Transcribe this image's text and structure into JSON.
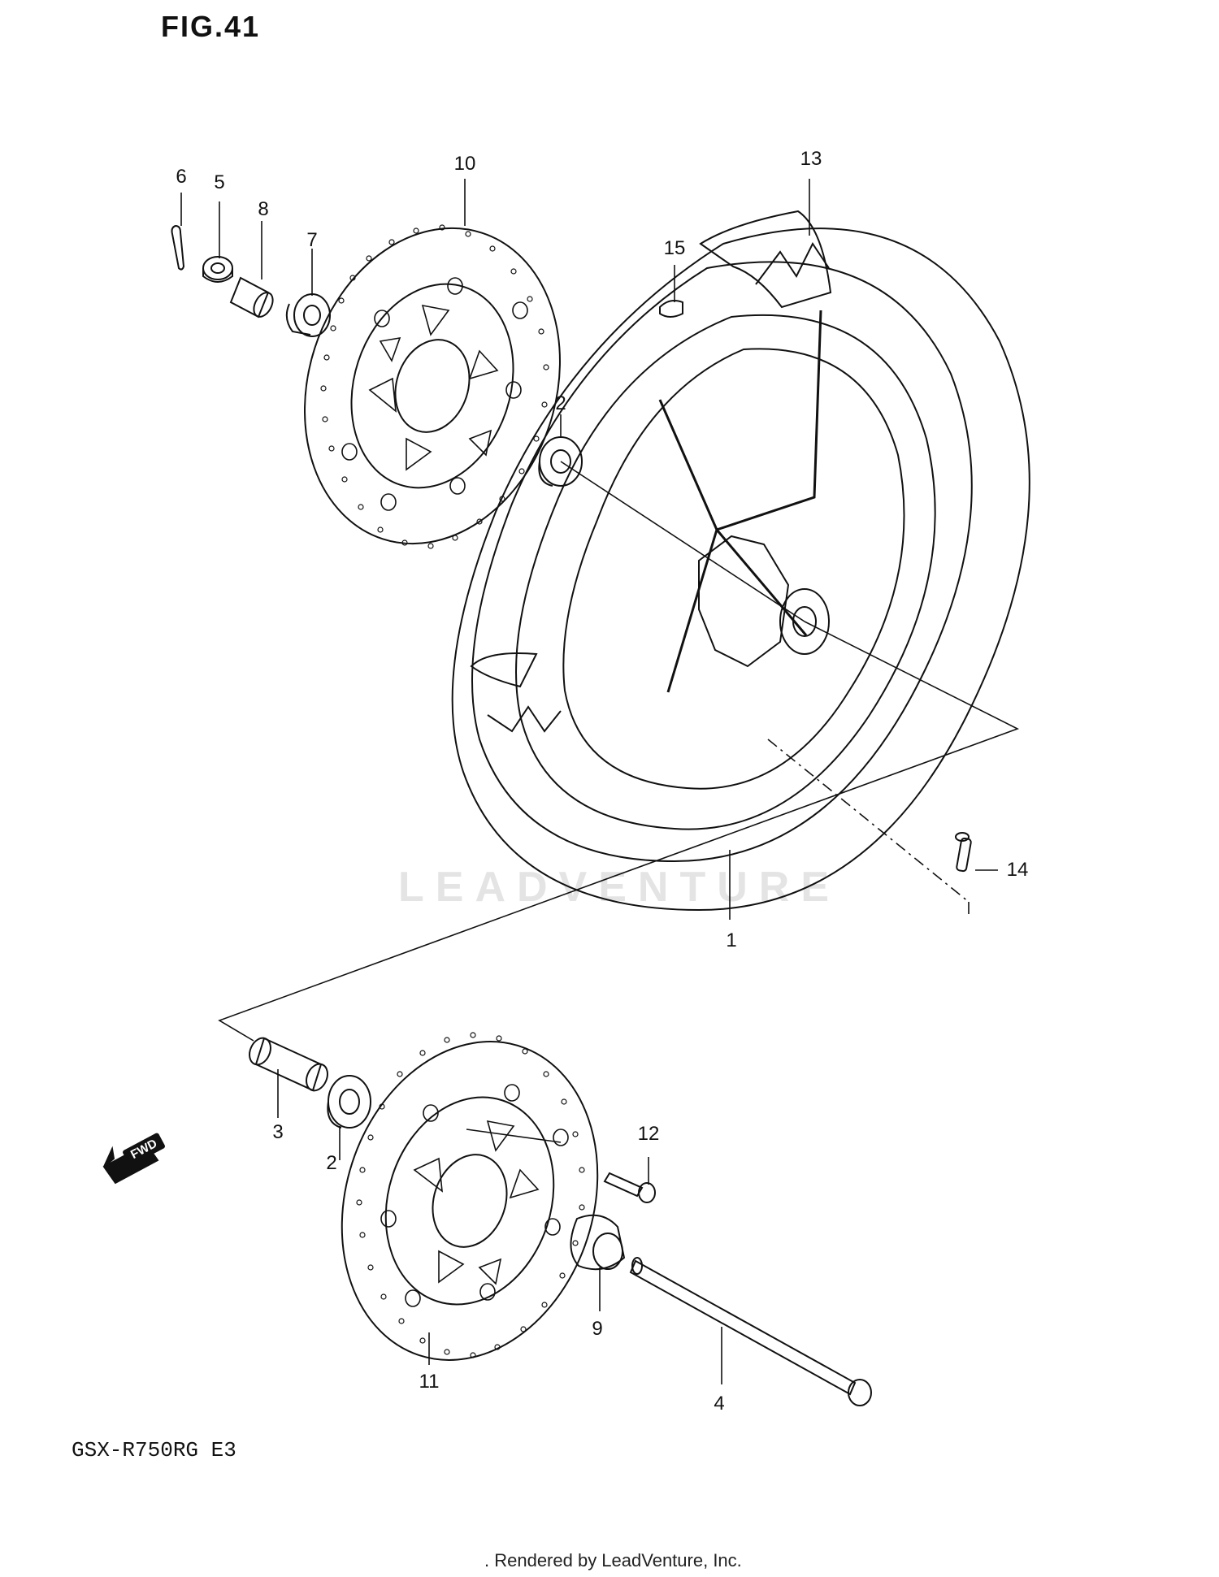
{
  "figure": {
    "title": "FIG.41",
    "model_code": "GSX-R750RG  E3",
    "footer": ". Rendered by LeadVenture, Inc.",
    "watermark": "LEADVENTURE",
    "fwd_label": "FWD"
  },
  "callouts": [
    {
      "id": "c1",
      "label": "1"
    },
    {
      "id": "c2a",
      "label": "2"
    },
    {
      "id": "c2b",
      "label": "2"
    },
    {
      "id": "c3",
      "label": "3"
    },
    {
      "id": "c4",
      "label": "4"
    },
    {
      "id": "c5",
      "label": "5"
    },
    {
      "id": "c6",
      "label": "6"
    },
    {
      "id": "c7",
      "label": "7"
    },
    {
      "id": "c8",
      "label": "8"
    },
    {
      "id": "c9",
      "label": "9"
    },
    {
      "id": "c10",
      "label": "10"
    },
    {
      "id": "c11",
      "label": "11"
    },
    {
      "id": "c12",
      "label": "12"
    },
    {
      "id": "c13",
      "label": "13"
    },
    {
      "id": "c14",
      "label": "14"
    },
    {
      "id": "c15",
      "label": "15"
    }
  ]
}
